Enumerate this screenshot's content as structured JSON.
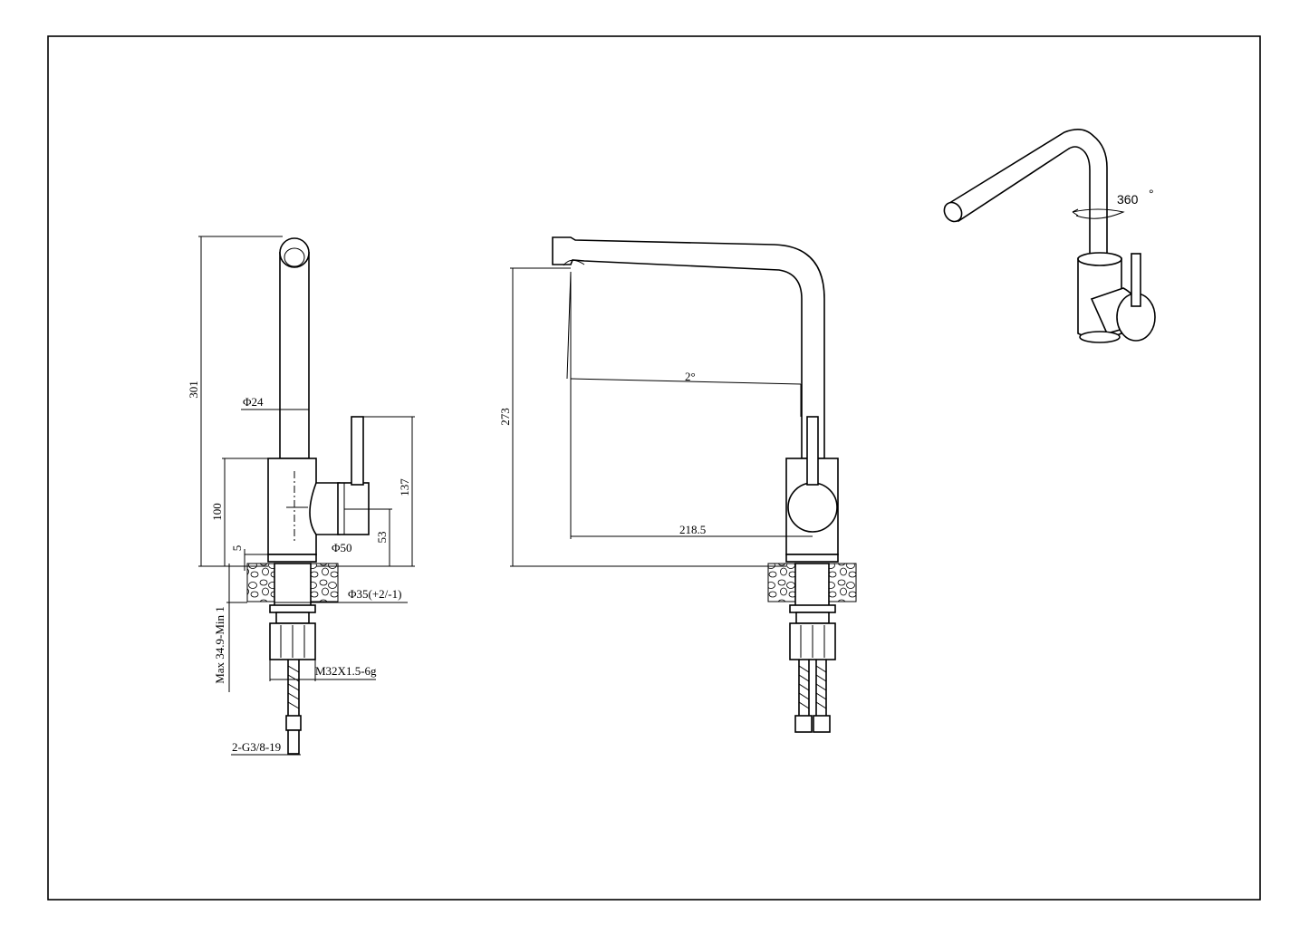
{
  "side_view": {
    "dim_height_total": "301",
    "dim_spout_diameter": "Φ24",
    "dim_body_height": "100",
    "dim_handle_height": "137",
    "dim_handle_center": "53",
    "dim_base_offset": "5",
    "dim_base_diameter": "Φ50",
    "dim_hole_diameter": "Φ35(+2/-1)",
    "dim_deck_thickness": "Max 34.9-Min 1",
    "dim_thread": "M32X1.5-6g",
    "dim_hose_connector": "2-G3/8-19"
  },
  "front_view": {
    "dim_spout_height": "273",
    "dim_angle": "2°",
    "dim_spout_reach": "218.5"
  },
  "perspective_view": {
    "dim_rotation": "360",
    "dim_rotation_unit": "°"
  }
}
